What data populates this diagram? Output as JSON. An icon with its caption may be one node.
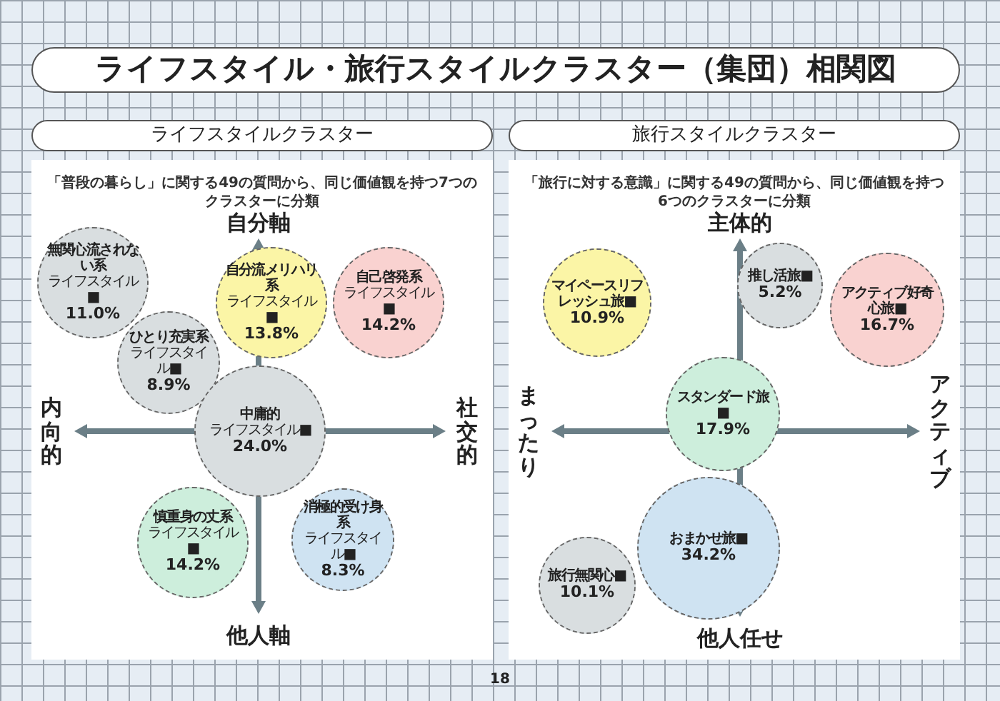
{
  "diagram": {
    "title": "ライフスタイル・旅行スタイルクラスター（集団）相関図",
    "nodes": [
      {
        "text": [
          "ライフスタイルクラスター",
          "「普段の暮らし」に関する49の質問から、同じ価値観を持つ7つのクラスターに分類"
        ]
      },
      {
        "text": [
          "無関心流されない系",
          "ライフスタイル■",
          "11.0%"
        ],
        "in": 0
      },
      {
        "text": [
          "ひとり充実系",
          "ライフスタイル■",
          "8.9%"
        ],
        "in": 0
      },
      {
        "text": [
          "自分流メリハリ系",
          "ライフスタイル■",
          "13.8%"
        ],
        "in": 0
      },
      {
        "text": [
          "自己啓発系",
          "ライフスタイル■",
          "14.2%"
        ],
        "in": 0
      },
      {
        "text": [
          "中庸的",
          "ライフスタイル■",
          "24.0%"
        ],
        "in": 0
      },
      {
        "text": [
          "慎重身の丈系",
          "ライフスタイル■",
          "14.2%"
        ],
        "in": 0
      },
      {
        "text": [
          "消極的受け身系",
          "ライフスタイル■",
          "8.3%"
        ],
        "in": 0
      },
      {
        "text": [
          "旅行スタイルクラスター",
          "「旅行に対する意識」に関する49の質問から、同じ価値観を持つ6つのクラスターに分類"
        ]
      },
      {
        "text": [
          "マイペースリフレッシュ旅■",
          "10.9%"
        ],
        "in": 8
      },
      {
        "text": [
          "推し活旅■",
          "5.2%"
        ],
        "in": 8
      },
      {
        "text": [
          "アクティブ好奇心旅■",
          "16.7%"
        ],
        "in": 8
      },
      {
        "text": [
          "スタンダード旅■",
          "17.9%"
        ],
        "in": 8
      },
      {
        "text": [
          "おまかせ旅■",
          "34.2%"
        ],
        "in": 8
      },
      {
        "text": [
          "旅行無関心■",
          "10.1%"
        ],
        "in": 8
      }
    ],
    "edges": [],
    "labels": [
      "自分軸",
      "内向的",
      "社交的",
      "他人軸",
      "主体的",
      "まったり",
      "アクティブ",
      "他人任せ",
      "18"
    ]
  }
}
